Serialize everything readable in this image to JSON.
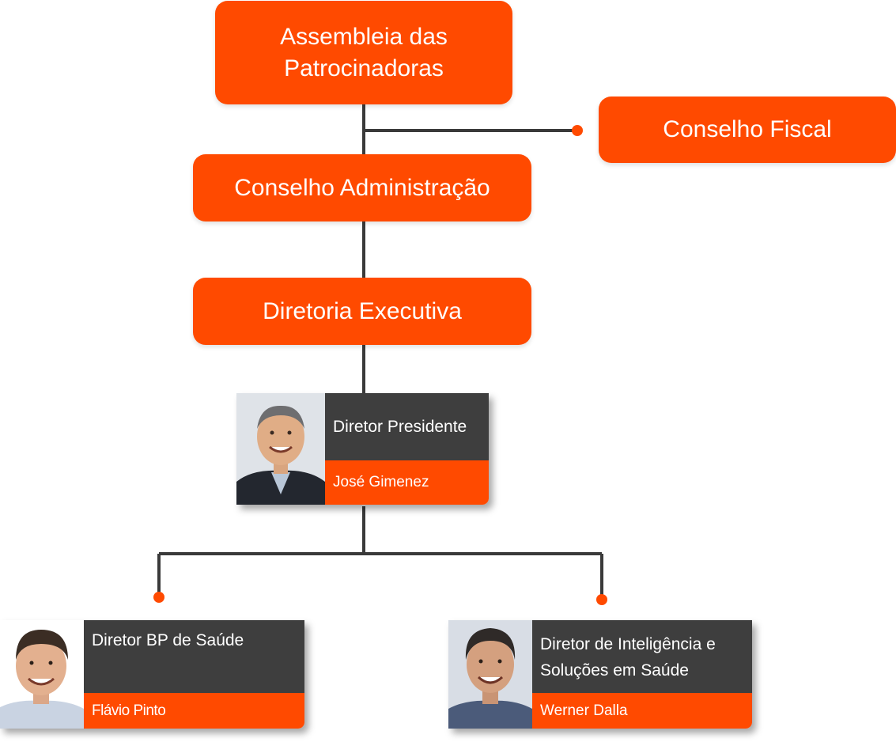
{
  "colors": {
    "accent": "#ff4a00",
    "dark": "#3e3e3e",
    "line": "#3a3a3a"
  },
  "nodes": {
    "assembleia": {
      "line1": "Assembleia das",
      "line2": "Patrocinadoras"
    },
    "conselho_fiscal": "Conselho Fiscal",
    "conselho_administracao": "Conselho Administração",
    "diretoria_executiva": "Diretoria Executiva"
  },
  "people": {
    "presidente": {
      "role": "Diretor Presidente",
      "name": "José Gimenez",
      "photo": "portrait-photo"
    },
    "bp_saude": {
      "role": "Diretor BP de Saúde",
      "name": "Flávio Pinto",
      "photo": "portrait-photo"
    },
    "inteligencia": {
      "role_line1": "Diretor de Inteligência e",
      "role_line2": "Soluções em Saúde",
      "name": "Werner Dalla",
      "photo": "portrait-photo"
    }
  }
}
